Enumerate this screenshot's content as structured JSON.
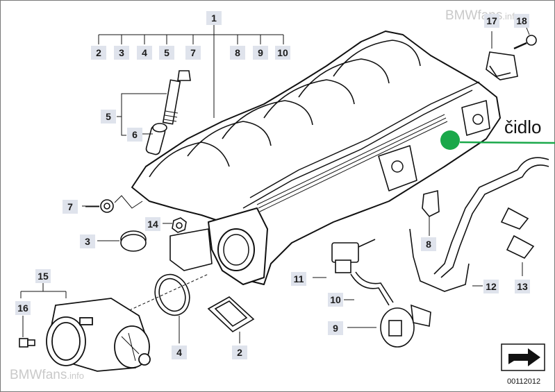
{
  "watermark": {
    "brand": "BMWfans",
    "suffix": ".info"
  },
  "sensor_label": "čidlo",
  "catalog_number": "00112012",
  "callouts": {
    "c1": "1",
    "c2_top": "2",
    "c3_top": "3",
    "c4_top": "4",
    "c5_top": "5",
    "c7_top": "7",
    "c8_top": "8",
    "c9_top": "9",
    "c10_top": "10",
    "c17": "17",
    "c18": "18",
    "c5_left": "5",
    "c6": "6",
    "c7_left": "7",
    "c3_left": "3",
    "c14": "14",
    "c15": "15",
    "c16": "16",
    "c4_bottom": "4",
    "c2_bottom": "2",
    "c11": "11",
    "c10_bottom": "10",
    "c9_bottom": "9",
    "c12": "12",
    "c13": "13",
    "c8_right": "8"
  },
  "colors": {
    "callout_bg": "#dfe3ec",
    "marker": "#1aa84a",
    "line": "#111111"
  }
}
